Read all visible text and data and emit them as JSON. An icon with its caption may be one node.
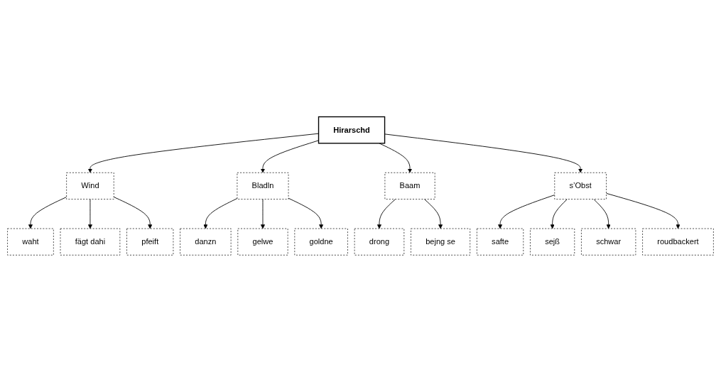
{
  "diagram": {
    "nodes": [
      {
        "text": [
          "Hirarschd"
        ]
      },
      {
        "text": [
          "Wind"
        ]
      },
      {
        "text": [
          "waht"
        ]
      },
      {
        "text": [
          "fägt dahi"
        ]
      },
      {
        "text": [
          "pfeift"
        ]
      },
      {
        "text": [
          "Bladln"
        ]
      },
      {
        "text": [
          "danzn"
        ]
      },
      {
        "text": [
          "gelwe"
        ]
      },
      {
        "text": [
          "goldne"
        ]
      },
      {
        "text": [
          "Baam"
        ]
      },
      {
        "text": [
          "drong"
        ]
      },
      {
        "text": [
          "bejng se"
        ]
      },
      {
        "text": [
          "s’Obst"
        ]
      },
      {
        "text": [
          "safte"
        ]
      },
      {
        "text": [
          "sejß"
        ]
      },
      {
        "text": [
          "schwar"
        ]
      },
      {
        "text": [
          "roudbackert"
        ]
      }
    ],
    "edges": [
      {
        "from": 0,
        "to": 1,
        "arrow": "to"
      },
      {
        "from": 0,
        "to": 5,
        "arrow": "to"
      },
      {
        "from": 0,
        "to": 9,
        "arrow": "to"
      },
      {
        "from": 0,
        "to": 12,
        "arrow": "to"
      },
      {
        "from": 1,
        "to": 2,
        "arrow": "to"
      },
      {
        "from": 1,
        "to": 3,
        "arrow": "to"
      },
      {
        "from": 1,
        "to": 4,
        "arrow": "to"
      },
      {
        "from": 5,
        "to": 6,
        "arrow": "to"
      },
      {
        "from": 5,
        "to": 7,
        "arrow": "to"
      },
      {
        "from": 5,
        "to": 8,
        "arrow": "to"
      },
      {
        "from": 9,
        "to": 10,
        "arrow": "to"
      },
      {
        "from": 9,
        "to": 11,
        "arrow": "to"
      },
      {
        "from": 12,
        "to": 13,
        "arrow": "to"
      },
      {
        "from": 12,
        "to": 14,
        "arrow": "to"
      },
      {
        "from": 12,
        "to": 15,
        "arrow": "to"
      },
      {
        "from": 12,
        "to": 16,
        "arrow": "to"
      }
    ]
  }
}
